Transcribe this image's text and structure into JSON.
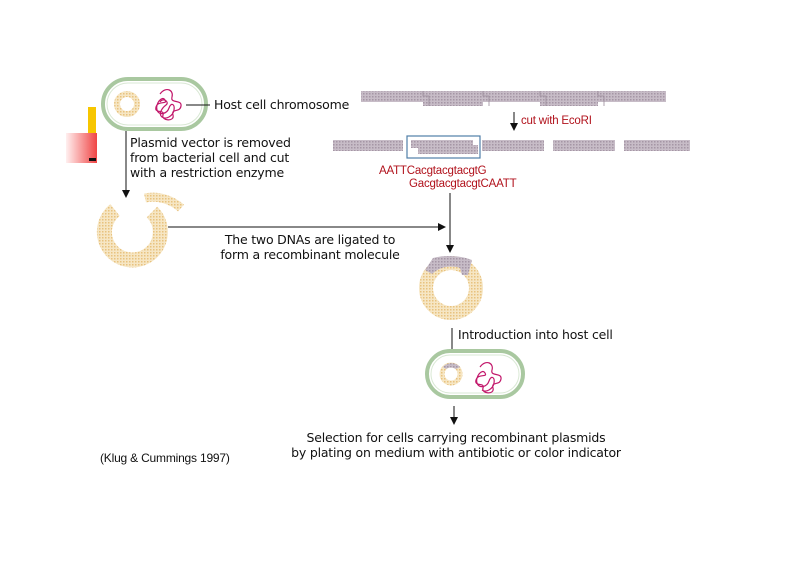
{
  "diagram": {
    "title": "Recombinant DNA cloning with a plasmid vector",
    "labels": {
      "host_chromosome": "Host cell chromosome",
      "plasmid_removed": [
        "Plasmid vector is removed",
        "from bacterial cell and cut",
        "with a restriction enzyme"
      ],
      "cut_with": "cut with EcoRI",
      "sticky_top": "AATTCacgtacgtacgtG",
      "sticky_bottom": "GacgtacgtacgtCAATT",
      "ligated": [
        "The two DNAs are ligated to",
        "form a recombinant molecule"
      ],
      "introduction": "Introduction into host cell",
      "selection": [
        "Selection for cells carrying recombinant plasmids",
        "by plating on medium with antibiotic or color indicator"
      ],
      "citation": "(Klug & Cummings 1997)"
    },
    "colors": {
      "cell_wall": "#a9c8a0",
      "plasmid": "#f0d9a8",
      "chromosome": "#c2186b",
      "dna_fragment": "#b9adb9",
      "highlight_box": "#4f7ea8",
      "red_text": "#b1121c",
      "deco_yellow": "#f7c600",
      "deco_red": "#f04040"
    }
  }
}
